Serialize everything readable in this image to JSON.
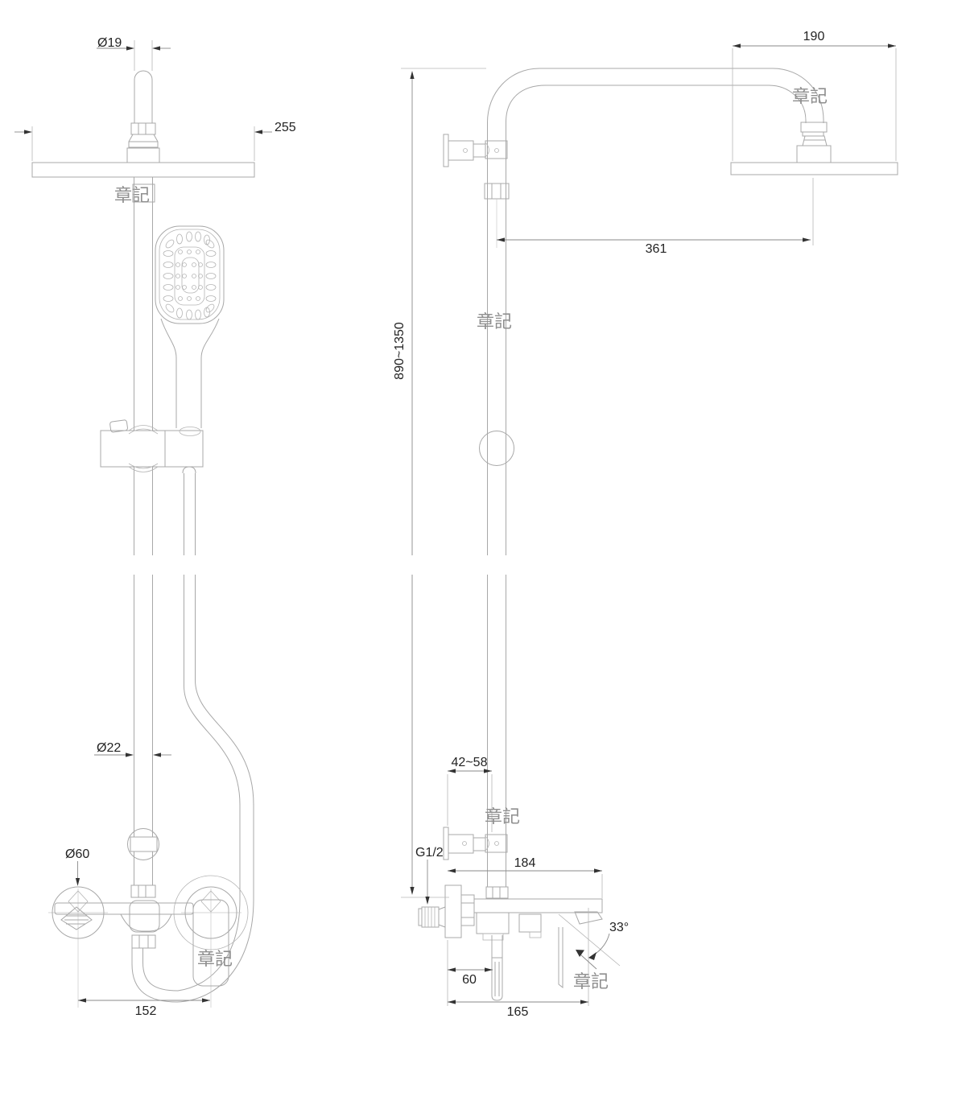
{
  "drawing": {
    "brand_mark": "章記",
    "labels": {
      "head_pipe_diameter": "Ø19",
      "head_plate_width": "255",
      "head_plate_depth": "190",
      "arm_reach": "361",
      "riser_height_range": "890~1350",
      "riser_pipe_diameter": "Ø22",
      "wall_clearance_range": "42~58",
      "inlet_thread": "G1/2",
      "bracket_body_length": "184",
      "flange_diameter": "Ø60",
      "spout_offset": "60",
      "mixer_body_depth": "165",
      "handle_swing_angle": "33°",
      "mixer_center_distance": "152"
    }
  }
}
